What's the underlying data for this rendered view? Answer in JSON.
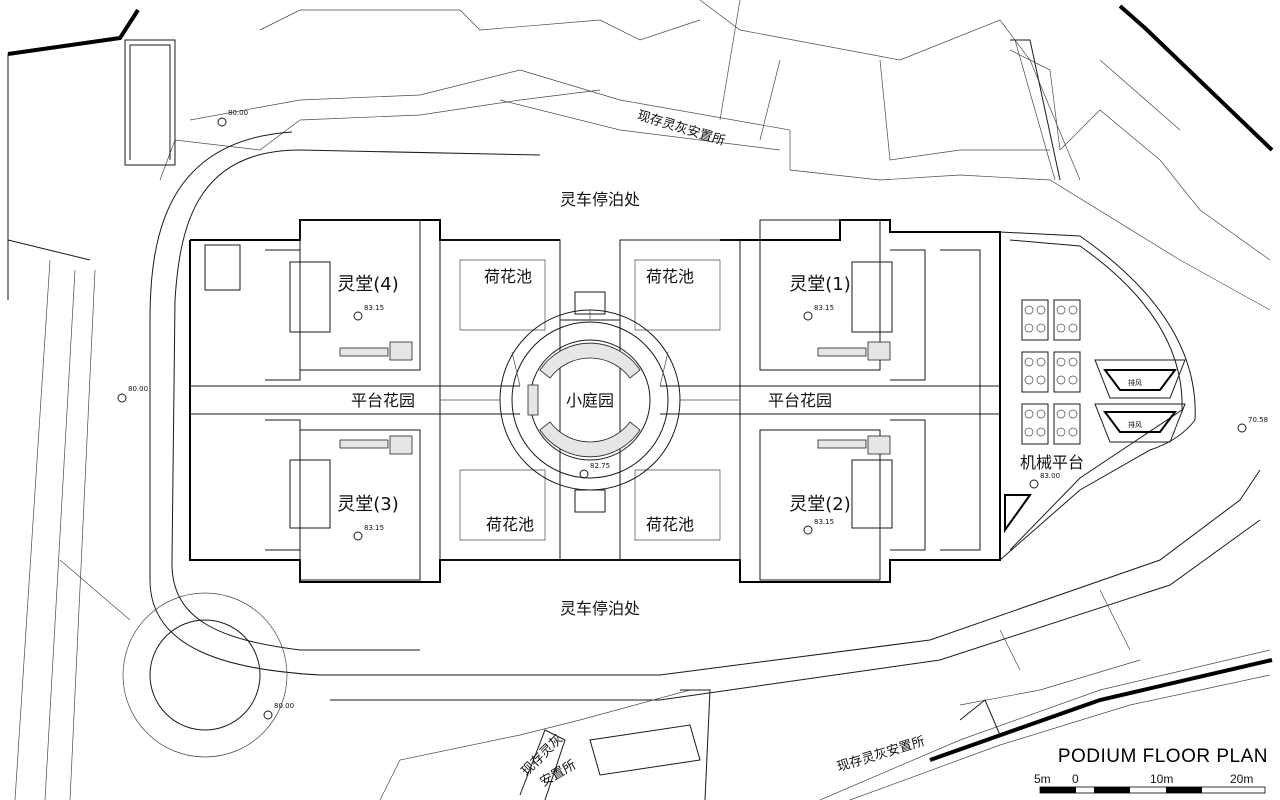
{
  "title": "PODIUM FLOOR PLAN",
  "halls": [
    "灵堂(1)",
    "灵堂(2)",
    "灵堂(3)",
    "灵堂(4)"
  ],
  "labels": {
    "hearse_parking": "灵车停泊处",
    "lotus_pond": "荷花池",
    "terrace_garden": "平台花园",
    "small_courtyard": "小庭园",
    "mech_platform": "机械平台",
    "existing_columbarium": "现存灵灰安置所",
    "existing_columbarium_line1": "现存灵灰",
    "existing_columbarium_line2": "安置所",
    "vent": "排风"
  },
  "elevations": {
    "site_top": "80.00",
    "site_left": "80.00",
    "site_bottom": "80.00",
    "halls": "83.15",
    "courtyard": "82.75",
    "mech": "83.00",
    "site_right": "70.58"
  },
  "scale_bar": {
    "labels": [
      "5m",
      "0",
      "10m",
      "20m"
    ]
  }
}
